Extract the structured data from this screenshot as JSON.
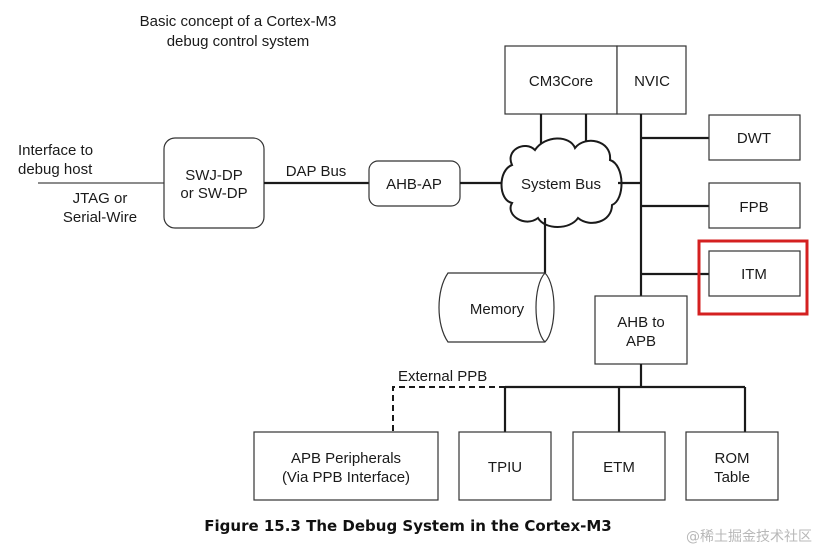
{
  "title": [
    "Basic concept of a Cortex-M3",
    "debug control system"
  ],
  "host_interface": {
    "label": [
      "Interface to",
      "debug host"
    ],
    "protocol": [
      "JTAG or",
      "Serial-Wire"
    ]
  },
  "blocks": {
    "swj_dp": [
      "SWJ-DP",
      "or SW-DP"
    ],
    "dap_bus": "DAP Bus",
    "ahb_ap": "AHB-AP",
    "system_bus": "System Bus",
    "cm3core": "CM3Core",
    "nvic": "NVIC",
    "dwt": "DWT",
    "fpb": "FPB",
    "itm": "ITM",
    "memory": "Memory",
    "ahb_to_apb": [
      "AHB to",
      "APB"
    ],
    "external_ppb": "External PPB",
    "apb_peripherals": [
      "APB Peripherals",
      "(Via PPB Interface)"
    ],
    "tpiu": "TPIU",
    "etm": "ETM",
    "rom_table": [
      "ROM",
      "Table"
    ]
  },
  "highlight": {
    "target": "ITM",
    "color": "#d42020"
  },
  "caption": "Figure 15.3  The Debug System in the Cortex-M3",
  "watermark": "@稀土掘金技术社区"
}
